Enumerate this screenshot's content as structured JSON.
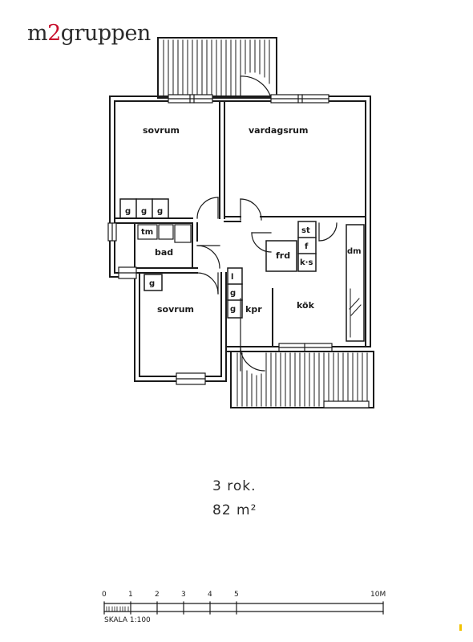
{
  "brand": {
    "part1": "m",
    "part2": "2",
    "part3": "gruppen"
  },
  "rooms": {
    "sovrum_1": "sovrum",
    "vardagsrum": "vardagsrum",
    "bad": "bad",
    "sovrum_2": "sovrum",
    "kok": "kök",
    "kpr": "kpr",
    "frd": "frd"
  },
  "fixtures": {
    "g": "g",
    "tm": "tm",
    "st": "st",
    "f": "f",
    "ks": "k·s",
    "dm": "dm",
    "l": "l"
  },
  "summary": {
    "rooms": "3 rok.",
    "area": "82 m²"
  },
  "scale": {
    "label": "SKALA 1:100",
    "ticks": [
      "0",
      "1",
      "2",
      "3",
      "4",
      "5",
      "10M"
    ]
  }
}
